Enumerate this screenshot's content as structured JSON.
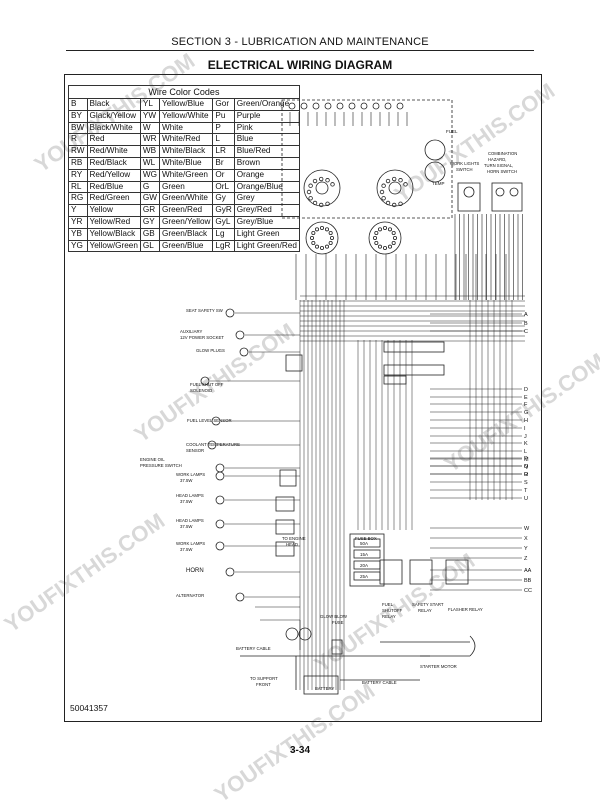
{
  "header": {
    "section": "SECTION 3 - LUBRICATION AND MAINTENANCE",
    "title": "ELECTRICAL WIRING DIAGRAM"
  },
  "legend": {
    "title": "Wire Color Codes",
    "rows": [
      [
        "B",
        "Black",
        "YL",
        "Yellow/Blue",
        "Gor",
        "Green/Orange"
      ],
      [
        "BY",
        "Glack/Yellow",
        "YW",
        "Yellow/White",
        "Pu",
        "Purple"
      ],
      [
        "BW",
        "Black/White",
        "W",
        "White",
        "P",
        "Pink"
      ],
      [
        "R",
        "Red",
        "WR",
        "White/Red",
        "L",
        "Blue"
      ],
      [
        "RW",
        "Red/White",
        "WB",
        "White/Black",
        "LR",
        "Blue/Red"
      ],
      [
        "RB",
        "Red/Black",
        "WL",
        "White/Blue",
        "Br",
        "Brown"
      ],
      [
        "RY",
        "Red/Yellow",
        "WG",
        "White/Green",
        "Or",
        "Orange"
      ],
      [
        "RL",
        "Red/Blue",
        "G",
        "Green",
        "OrL",
        "Orange/Blue"
      ],
      [
        "RG",
        "Red/Green",
        "GW",
        "Green/White",
        "Gy",
        "Grey"
      ],
      [
        "Y",
        "Yellow",
        "GR",
        "Green/Red",
        "GyR",
        "Grey/Red"
      ],
      [
        "YR",
        "Yellow/Red",
        "GY",
        "Green/Yellow",
        "GyL",
        "Grey/Blue"
      ],
      [
        "YB",
        "Yellow/Black",
        "GB",
        "Green/Black",
        "Lg",
        "Light Green"
      ],
      [
        "YG",
        "Yellow/Green",
        "GL",
        "Green/Blue",
        "LgR",
        "Light Green/Red"
      ]
    ]
  },
  "left_components": [
    "SEAT SAFETY SW",
    "AUXILIARY",
    "12V POWER SOCKET",
    "GLOW PLUGS",
    "FUEL SHUT OFF",
    "SOLENOID",
    "FUEL LEVEL SENSOR",
    "COOLANT TEMPERATURE",
    "SENSOR",
    "ENGINE OIL",
    "PRESSURE SWITCH",
    "WORK LAMPS",
    "37.5W",
    "HEAD LAMPS",
    "37.5W",
    "HEAD LAMPS",
    "37.5W",
    "WORK LAMPS",
    "37.5W",
    "HORN",
    "ALTERNATOR"
  ],
  "right_components": [
    "WORK LIGHTS",
    "SWITCH",
    "COMBINATION",
    "HAZARD,",
    "TURN SIGNAL,",
    "HORN SWITCH"
  ],
  "bottom_components": [
    "TO ENGINE",
    "HEAD",
    "FUSE BOX",
    "FUEL",
    "SHUTOFF",
    "RELAY",
    "SAFETY START",
    "RELAY",
    "FLASHER RELAY",
    "GLOW BLOW",
    "FUSE",
    "BATTERY CABLE",
    "TO SUPPORT",
    "FRONT",
    "BATTERY",
    "BATTERY CABLE",
    "STARTER MOTOR"
  ],
  "fuses": [
    "50A",
    "15A",
    "20A",
    "25A"
  ],
  "connector_letters": [
    "A",
    "B",
    "C",
    "D",
    "E",
    "F",
    "G",
    "H",
    "I",
    "J",
    "K",
    "L",
    "M",
    "N",
    "O",
    "P",
    "Q",
    "R",
    "S",
    "T",
    "U",
    "W",
    "X",
    "Y",
    "Z",
    "AA",
    "BB",
    "CC"
  ],
  "gauge_labels": [
    "FUEL",
    "TEMP"
  ],
  "doc_id": "50041357",
  "page_number": "3-34",
  "watermark": "YOUFIXTHIS.COM"
}
